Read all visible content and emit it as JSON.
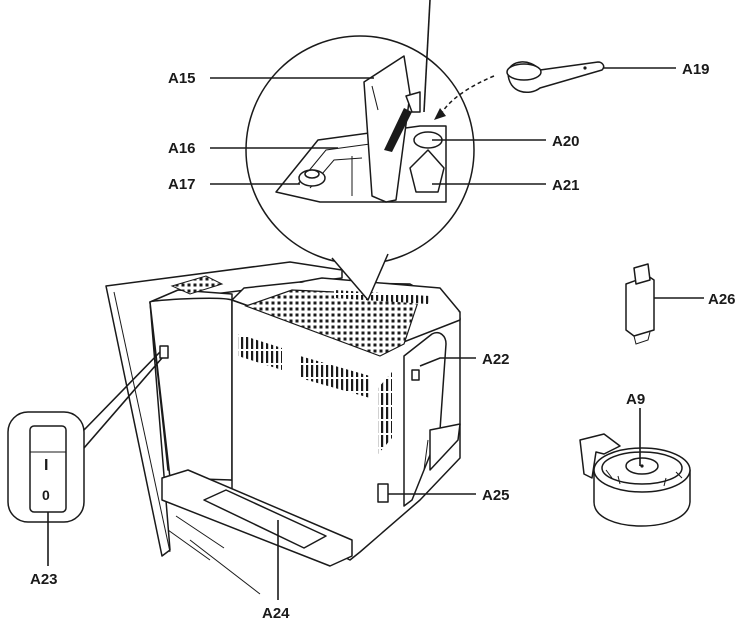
{
  "labels": {
    "a15": "A15",
    "a16": "A16",
    "a17": "A17",
    "a19": "A19",
    "a20": "A20",
    "a21": "A21",
    "a22": "A22",
    "a23": "A23",
    "a24": "A24",
    "a25": "A25",
    "a26": "A26",
    "a9": "A9"
  },
  "switch": {
    "on_symbol": "I",
    "off_symbol": "0"
  },
  "colors": {
    "ink": "#1a1a1a",
    "background": "#ffffff"
  }
}
